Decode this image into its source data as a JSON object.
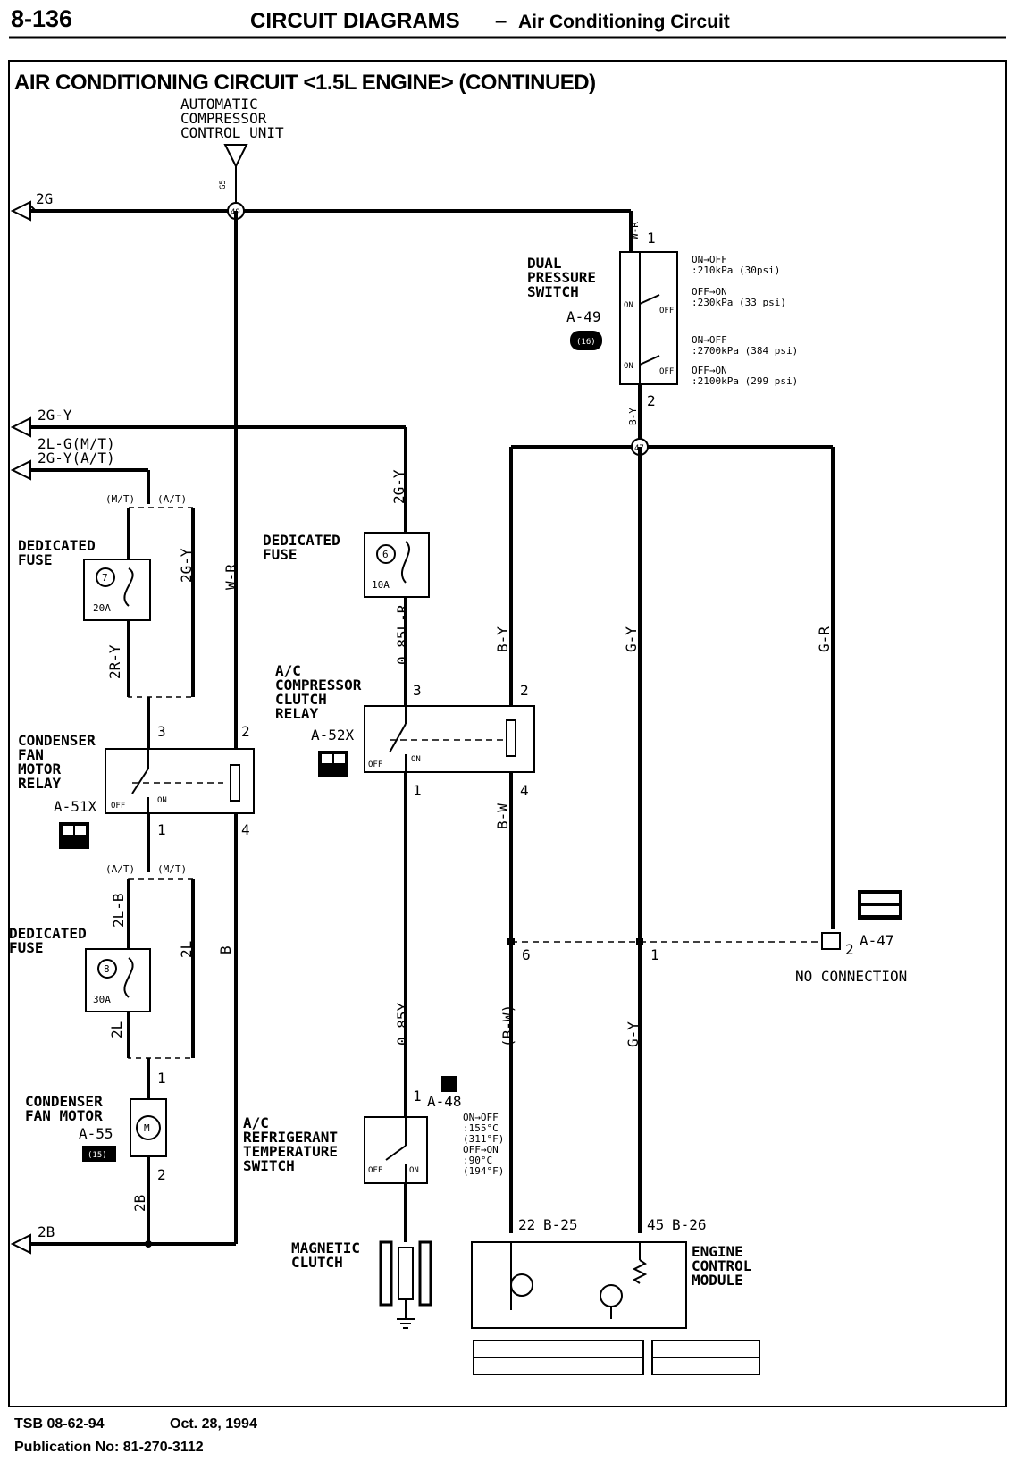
{
  "header": {
    "page_number": "8-136",
    "title": "CIRCUIT DIAGRAMS",
    "dash": "–",
    "subtitle": "Air Conditioning Circuit"
  },
  "section_title": "AIR CONDITIONING CIRCUIT <1.5L ENGINE> (CONTINUED)",
  "automatic_compressor_control_unit": [
    "AUTOMATIC",
    "COMPRESSOR",
    "CONTROL UNIT"
  ],
  "wire_refs": {
    "ref_2g": "2G",
    "ref_2g_y": "2G-Y",
    "ref_2l_g_mt": "2L-G(M/T)",
    "ref_2g_y_at": "2G-Y(A/T)",
    "ref_2b": "2B"
  },
  "junction_labels": {
    "top": "49",
    "right": "47"
  },
  "pin_g5": "G5",
  "dual_pressure_switch": {
    "label": [
      "DUAL",
      "PRESSURE",
      "SWITCH"
    ],
    "connector": "A-49",
    "connector_badge": "(16)",
    "pin_top": "1",
    "pin_bottom": "2",
    "wire_top": "W-R",
    "wire_bottom": "B-Y",
    "spec_lines": [
      "ON→OFF",
      ":210kPa (30psi)",
      "OFF→ON",
      ":230kPa (33 psi)",
      "ON→OFF",
      ":2700kPa (384 psi)",
      "OFF→ON",
      ":2100kPa (299 psi)"
    ],
    "contact_labels": [
      "ON",
      "OFF",
      "ON",
      "OFF"
    ]
  },
  "dedicated_fuse_7": {
    "label": [
      "DEDICATED",
      "FUSE"
    ],
    "number": "7",
    "rating": "20A"
  },
  "dedicated_fuse_6": {
    "label": [
      "DEDICATED",
      "FUSE"
    ],
    "number": "6",
    "rating": "10A"
  },
  "dedicated_fuse_8": {
    "label": [
      "DEDICATED",
      "FUSE"
    ],
    "number": "8",
    "rating": "30A"
  },
  "variant_labels": {
    "mt": "(M/T)",
    "at": "(A/T)"
  },
  "wire_colors": {
    "w_2g_y_left": "2G-Y",
    "w_2r_y": "2R-Y",
    "w_w_r": "W-R",
    "w_2g_y_mid": "2G-Y",
    "w_085l_r": "0.85L-R",
    "w_b_y": "B-Y",
    "w_g_y": "G-Y",
    "w_g_r": "G-R",
    "w_2l_b": "2L-B",
    "w_2l_a": "2L",
    "w_2l_b2": "2L",
    "w_b": "B",
    "w_b_w": "B-W",
    "w_085y": "0.85Y",
    "w_b_w_paren": "(B-W)",
    "w_g_y_low": "G-Y",
    "w_2b": "2B"
  },
  "condenser_fan_motor_relay": {
    "label": [
      "CONDENSER",
      "FAN",
      "MOTOR",
      "RELAY"
    ],
    "connector": "A-51X",
    "pins": [
      "3",
      "2",
      "1",
      "4"
    ],
    "off": "OFF",
    "on": "ON"
  },
  "ac_compressor_clutch_relay": {
    "label": [
      "A/C",
      "COMPRESSOR",
      "CLUTCH",
      "RELAY"
    ],
    "connector": "A-52X",
    "pins": [
      "3",
      "2",
      "1",
      "4"
    ],
    "off": "OFF",
    "on": "ON"
  },
  "condenser_fan_motor": {
    "label": [
      "CONDENSER",
      "FAN MOTOR"
    ],
    "connector": "A-55",
    "pins": [
      "1",
      "2"
    ],
    "badge": "(15)"
  },
  "refrigerant_temp_switch": {
    "label": [
      "A/C",
      "REFRIGERANT",
      "TEMPERATURE",
      "SWITCH"
    ],
    "connector": "A-48",
    "pin": "1",
    "spec_lines": [
      "ON→OFF",
      ":155°C",
      "(311°F)",
      "OFF→ON",
      ":90°C",
      "(194°F)"
    ],
    "off": "OFF",
    "on": "ON"
  },
  "magnetic_clutch": {
    "label": [
      "MAGNETIC",
      "CLUTCH"
    ]
  },
  "connector_a47": {
    "name": "A-47",
    "pin2": "2",
    "note": "NO CONNECTION"
  },
  "junction_pins": {
    "p6": "6",
    "p1": "1"
  },
  "engine_control_module": {
    "label": [
      "ENGINE",
      "CONTROL",
      "MODULE"
    ],
    "pin_22": "22",
    "conn_22": "B-25",
    "pin_45": "45",
    "conn_45": "B-26"
  },
  "footer": {
    "tsb": "TSB 08-62-94",
    "date": "Oct. 28, 1994",
    "publication": "Publication No: 81-270-3112"
  }
}
